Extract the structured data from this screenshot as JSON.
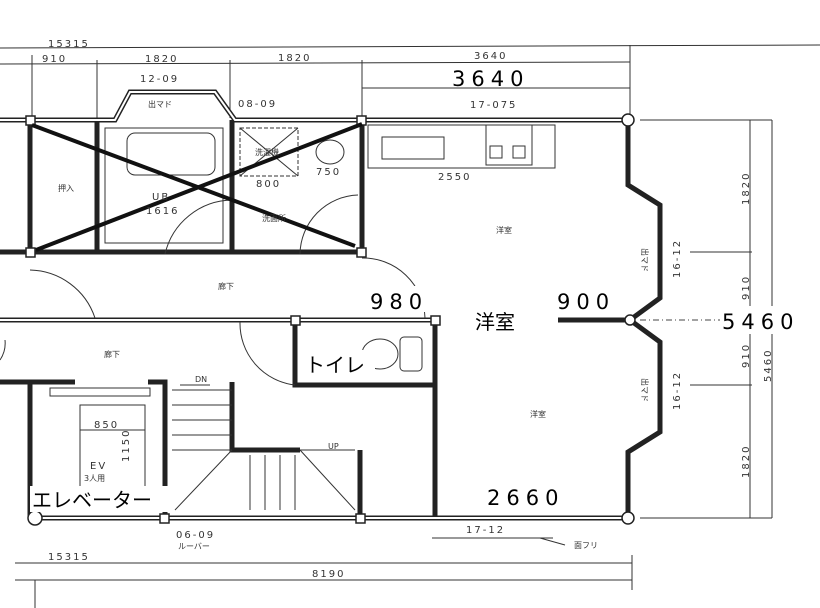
{
  "dimensions": {
    "top_total": "15315",
    "top_segments": [
      "910",
      "1820",
      "1820",
      "3640"
    ],
    "bottom_total_label": "15315",
    "bottom_length": "8190",
    "right_segments": [
      "1820",
      "910",
      "910",
      "1820"
    ],
    "right_total": "5460"
  },
  "labels": {
    "bay_window_top": "12-09",
    "bay_window_text": "出マド",
    "window_08_09": "08-09",
    "window_17_075": "17-075",
    "washing_machine": "洗濯機",
    "w800": "800",
    "w750": "750",
    "counter_2550": "2550",
    "closet": "押入",
    "unit_bath": "UB",
    "unit_bath_size": "1616",
    "washroom": "洗面所",
    "western_room_upper": "洋室",
    "western_room_lower": "洋室",
    "corridor_1": "廊下",
    "corridor_2": "廊下",
    "stairs_down": "DN",
    "stairs_up": "UP",
    "ev_width": "850",
    "ev_depth": "1150",
    "ev": "EV",
    "ev_capacity": "3人用",
    "right_bay_1": "出マド",
    "right_bay_2": "出マド",
    "right_window_1": "16-12",
    "right_window_2": "16-12",
    "louver_window": "06-09",
    "louver": "ルーバー",
    "bottom_window": "17-12",
    "bottom_note": "面フリ"
  },
  "annotations": {
    "width_3640": "3640",
    "w980": "980",
    "room": "洋室",
    "w900": "900",
    "h5460": "5460",
    "toilet": "トイレ",
    "elevator": "エレベーター",
    "w2660": "2660"
  },
  "colors": {
    "ink": "#222222",
    "cross_out": "#111111",
    "paper": "#ffffff"
  }
}
